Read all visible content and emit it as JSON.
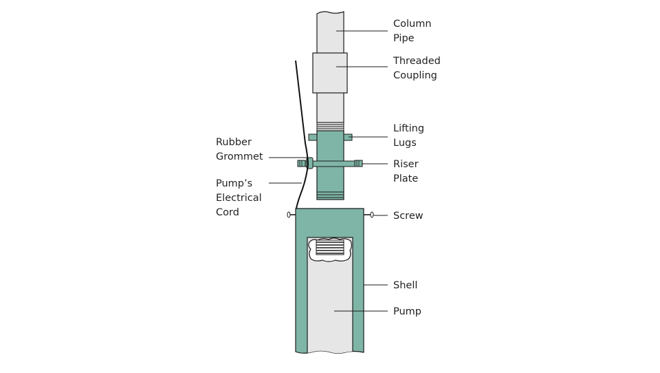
{
  "colors": {
    "teal": "#7fb5a7",
    "pipe": "#e6e6e6",
    "stroke": "#1a1a1a",
    "text": "#222222"
  },
  "labels": {
    "column_pipe": [
      "Column",
      "Pipe"
    ],
    "threaded_coupling": [
      "Threaded",
      "Coupling"
    ],
    "lifting_lugs": [
      "Lifting",
      "Lugs"
    ],
    "riser_plate": [
      "Riser",
      "Plate"
    ],
    "screw": [
      "Screw"
    ],
    "shell": [
      "Shell"
    ],
    "pump": [
      "Pump"
    ],
    "rubber_grommet": [
      "Rubber",
      "Grommet"
    ],
    "electrical_cord": [
      "Pump’s",
      "Electrical",
      "Cord"
    ]
  }
}
